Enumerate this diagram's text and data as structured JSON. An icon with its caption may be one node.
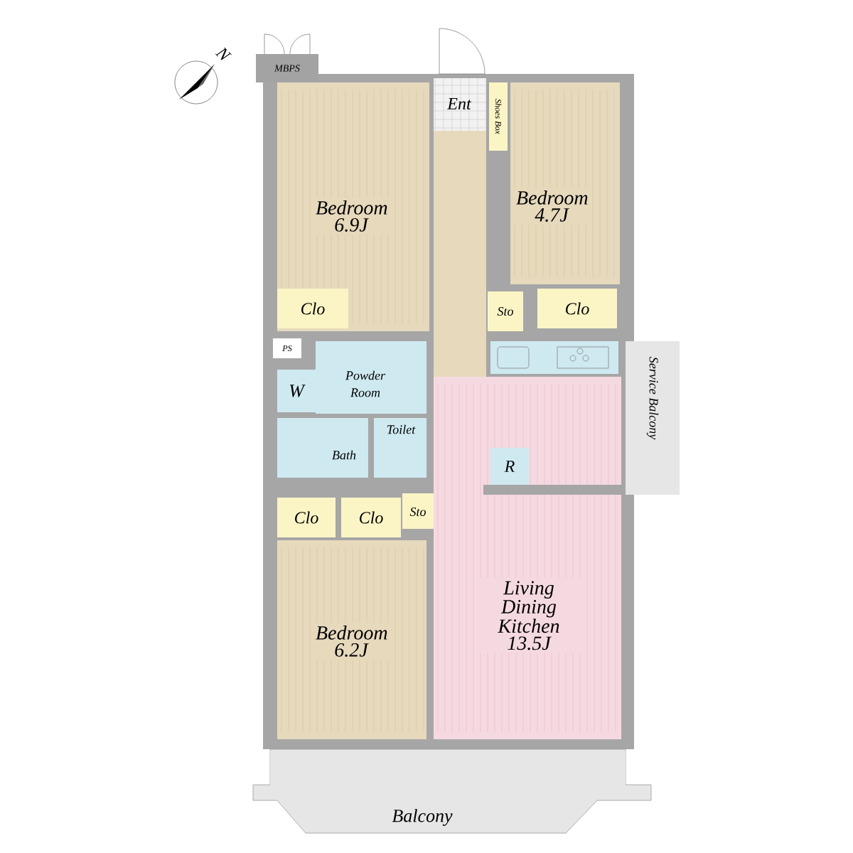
{
  "diagram": {
    "nodes": [
      {
        "text": [
          "MBPS"
        ]
      },
      {
        "text": [
          "Ent"
        ]
      },
      {
        "text": [
          "Shoes Box"
        ]
      },
      {
        "text": [
          "Bedroom 6.9J"
        ]
      },
      {
        "text": [
          "Bedroom 4.7J"
        ]
      },
      {
        "text": [
          "Clo"
        ],
        "in": 3
      },
      {
        "text": [
          "Sto"
        ]
      },
      {
        "text": [
          "Clo"
        ]
      },
      {
        "text": [
          "Service Balcony"
        ]
      },
      {
        "text": [
          "PS"
        ]
      },
      {
        "text": [
          "W"
        ]
      },
      {
        "text": [
          "Powder Room"
        ]
      },
      {
        "text": [
          "Bath"
        ]
      },
      {
        "text": [
          "Toilet"
        ]
      },
      {
        "text": [
          "Living Dining Kitchen 13.5J"
        ]
      },
      {
        "text": [
          "R"
        ],
        "in": 14
      },
      {
        "text": [
          "Clo"
        ]
      },
      {
        "text": [
          "Clo"
        ]
      },
      {
        "text": [
          "Sto"
        ]
      },
      {
        "text": [
          "Bedroom 6.2J"
        ]
      },
      {
        "text": [
          "Balcony"
        ]
      },
      {
        "text": [],
        "shape": "box"
      }
    ],
    "labels": [
      "N"
    ]
  }
}
